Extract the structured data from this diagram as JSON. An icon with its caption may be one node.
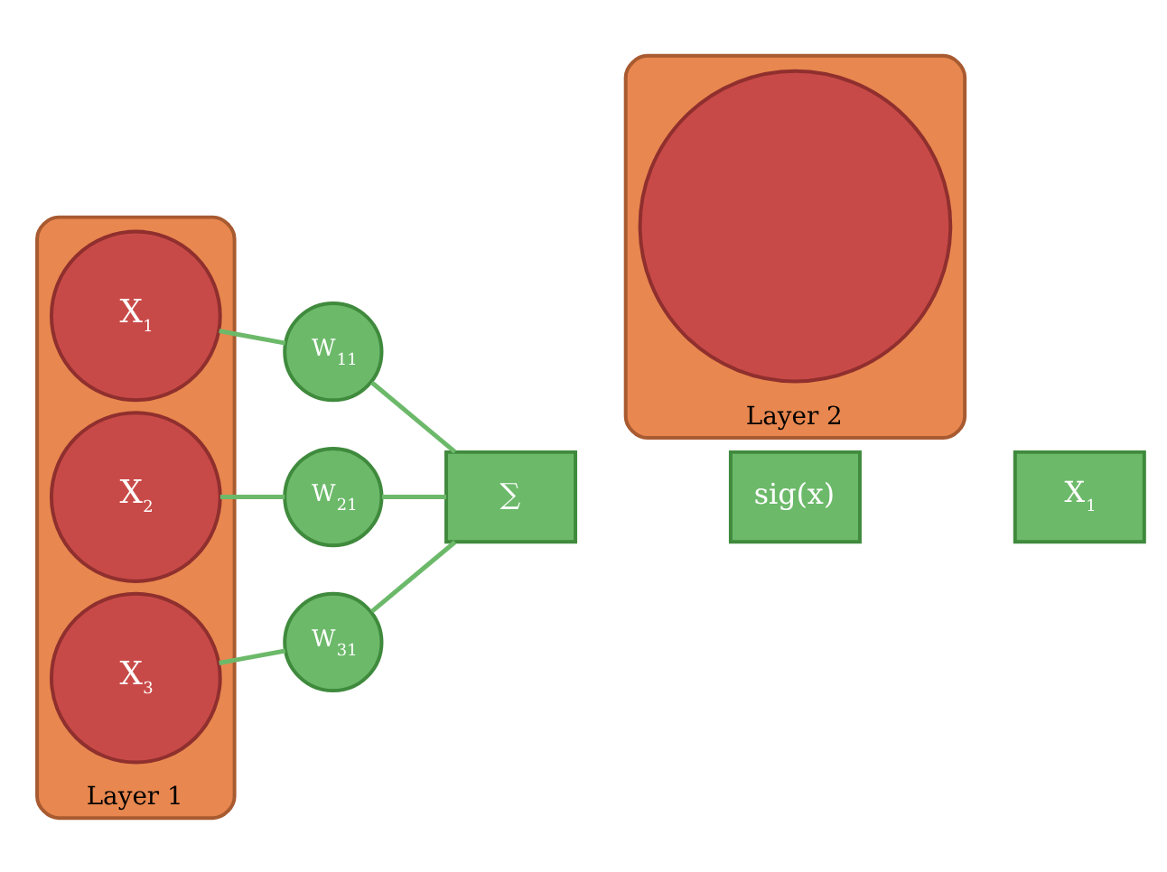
{
  "diagram": {
    "nodes": [
      {
        "text": [
          "Layer 1"
        ]
      },
      {
        "text": [
          "X$_{1}$"
        ],
        "in": 0
      },
      {
        "text": [
          "X$_{2}$"
        ],
        "in": 0
      },
      {
        "text": [
          "X$_{3}$"
        ],
        "in": 0
      },
      {
        "text": [
          "W$_{11}$"
        ]
      },
      {
        "text": [
          "W$_{21}$"
        ]
      },
      {
        "text": [
          "W$_{31}$"
        ]
      },
      {
        "text": [
          "Layer 2"
        ]
      },
      {
        "text": [],
        "shape": "circle",
        "in": 7
      },
      {
        "text": [
          "∑"
        ]
      },
      {
        "text": [
          "sig(x)"
        ]
      },
      {
        "text": [
          "X$_{1}$"
        ]
      }
    ],
    "edges": [
      {
        "from": 1,
        "to": 4,
        "arrow": "none"
      },
      {
        "from": 2,
        "to": 5,
        "arrow": "none"
      },
      {
        "from": 3,
        "to": 6,
        "arrow": "none"
      },
      {
        "from": 4,
        "to": 9,
        "arrow": "none"
      },
      {
        "from": 5,
        "to": 9,
        "arrow": "none"
      },
      {
        "from": 6,
        "to": 9,
        "arrow": "none"
      }
    ]
  }
}
